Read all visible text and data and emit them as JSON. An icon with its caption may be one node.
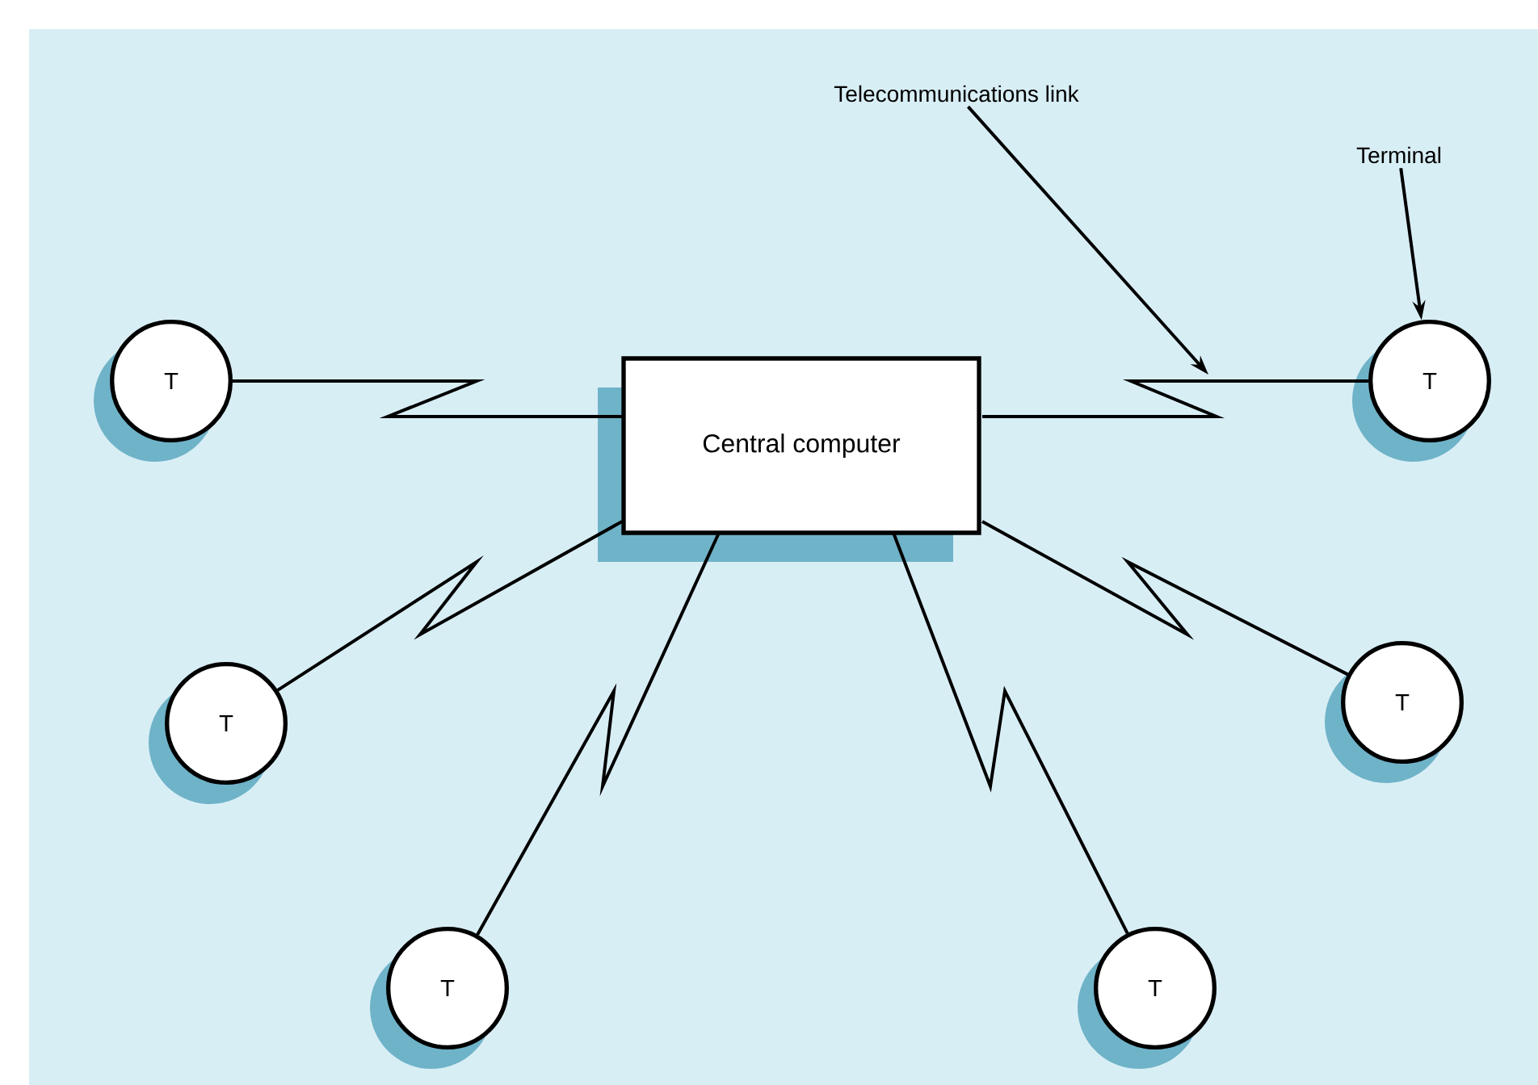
{
  "diagram": {
    "nodes": [
      {
        "text": [
          "Telecommunications link"
        ]
      },
      {
        "text": [
          "Terminal"
        ]
      },
      {
        "text": [
          "T"
        ]
      },
      {
        "text": [
          "T"
        ]
      },
      {
        "text": [
          "Central computer"
        ]
      },
      {
        "text": [
          "T"
        ]
      },
      {
        "text": [
          "T"
        ]
      },
      {
        "text": [
          "T"
        ]
      },
      {
        "text": [
          "T"
        ]
      }
    ],
    "edges": [
      {
        "from": 0,
        "to": null,
        "arrow": "to"
      },
      {
        "from": 1,
        "to": 3,
        "arrow": "to"
      },
      {
        "from": 4,
        "to": 2,
        "arrow": "none"
      },
      {
        "from": 4,
        "to": 3,
        "arrow": "none"
      },
      {
        "from": 4,
        "to": 6,
        "arrow": "none"
      },
      {
        "from": 4,
        "to": 5,
        "arrow": "none"
      },
      {
        "from": 4,
        "to": 7,
        "arrow": "none"
      },
      {
        "from": 4,
        "to": 8,
        "arrow": "none"
      }
    ]
  }
}
